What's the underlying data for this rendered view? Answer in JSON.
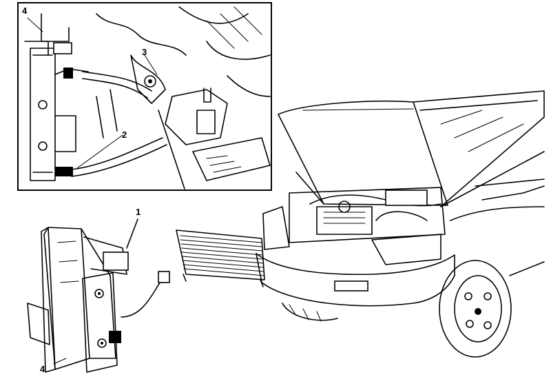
{
  "callouts": {
    "inset_4": "4",
    "inset_3": "3",
    "inset_2": "2",
    "main_1": "1",
    "main_4": "4"
  },
  "colors": {
    "ink": "#000000",
    "paper": "#ffffff"
  },
  "icons": [
    "oil-cooler-inset",
    "oil-cooler-assembly",
    "radiator-condenser",
    "minivan-open-hood"
  ]
}
